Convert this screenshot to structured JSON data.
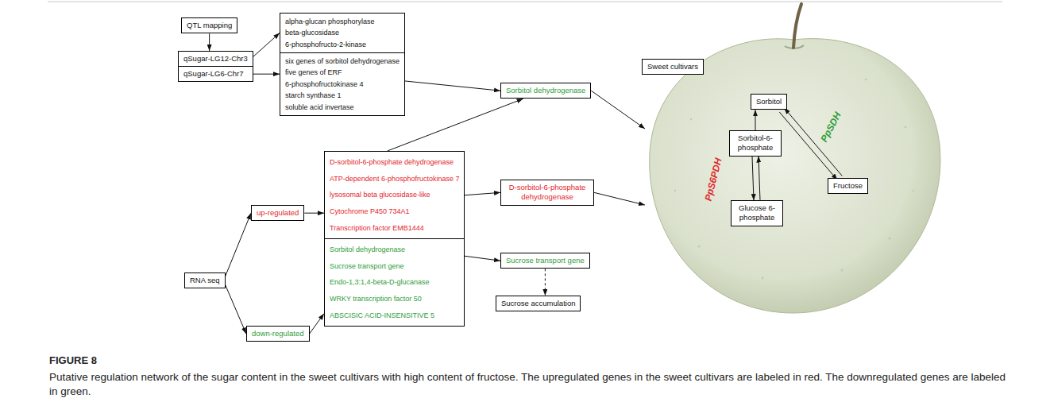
{
  "diagram": {
    "caption": "Putative regulation network of the sugar content in the sweet cultivars with high content of fructose. The upregulated genes in the sweet cultivars are labeled in red. The downregulated genes are labeled in green.",
    "nodes": [
      {
        "text": [
          "QTL mapping"
        ]
      },
      {
        "text": [
          "qSugar-LG12-Chr3"
        ]
      },
      {
        "text": [
          "qSugar-LG6-Chr7"
        ]
      },
      {
        "text": [
          "alpha-glucan phosphorylase",
          "beta-glucosidase",
          "6-phosphofructo-2-kinase"
        ]
      },
      {
        "text": [
          "six genes of sorbitol dehydrogenase",
          "five genes of ERF",
          "6-phosphofructokinase 4",
          "starch synthase 1",
          "soluble acid invertase"
        ]
      },
      {
        "text": [
          "Sorbitol dehydrogenase"
        ]
      },
      {
        "text": [
          "Sweet cultivars"
        ]
      },
      {
        "text": [
          "RNA seq"
        ]
      },
      {
        "text": [
          "up-regulated"
        ]
      },
      {
        "text": [
          "D-sorbitol-6-phosphate dehydrogenase",
          "ATP-dependent 6-phosphofructokinase 7",
          "lysosomal beta glucosidase-like",
          "Cytochrome P450 734A1",
          "Transcription factor EMB1444"
        ]
      },
      {
        "text": [
          "D-sorbitol-6-phosphate dehydrogenase"
        ]
      },
      {
        "text": [
          "down-regulated"
        ]
      },
      {
        "text": [
          "Sorbitol dehydrogenase",
          "Sucrose transport gene",
          "Endo-1,3:1,4-beta-D-glucanase",
          "WRKY transcription factor 50",
          "ABSCISIC ACID-INSENSITIVE 5"
        ]
      },
      {
        "text": [
          "Sucrose transport gene"
        ]
      },
      {
        "text": [
          "Sucrose accumulation"
        ]
      },
      {
        "text": [
          "Sorbitol"
        ]
      },
      {
        "text": [
          "Sorbitol-6-phosphate"
        ]
      },
      {
        "text": [
          "Fructose"
        ]
      },
      {
        "text": [
          "Glucose 6-phosphate"
        ]
      }
    ],
    "edges": [
      {
        "from": 0,
        "to": 1,
        "arrow": "to"
      },
      {
        "from": 1,
        "to": 3,
        "arrow": "to"
      },
      {
        "from": 2,
        "to": 4,
        "arrow": "to"
      },
      {
        "from": 4,
        "to": 5,
        "arrow": "to"
      },
      {
        "from": 7,
        "to": 8,
        "arrow": "to"
      },
      {
        "from": 7,
        "to": 11,
        "arrow": "to"
      },
      {
        "from": 8,
        "to": 9,
        "arrow": "to"
      },
      {
        "from": 11,
        "to": 12,
        "arrow": "to"
      },
      {
        "from": 9,
        "to": 5,
        "arrow": "to"
      },
      {
        "from": 9,
        "to": 10,
        "arrow": "to"
      },
      {
        "from": 12,
        "to": 13,
        "arrow": "to"
      },
      {
        "from": 13,
        "to": 14,
        "arrow": "to"
      },
      {
        "from": 16,
        "to": 15,
        "arrow": "to"
      },
      {
        "from": 15,
        "to": 17,
        "arrow": "to"
      },
      {
        "from": 17,
        "to": 15,
        "arrow": "to"
      },
      {
        "from": 16,
        "to": 18,
        "arrow": "to"
      },
      {
        "from": 18,
        "to": 16,
        "arrow": "to"
      }
    ],
    "labels": [
      "PpSDH",
      "PpS6PDH",
      "FIGURE 8"
    ]
  }
}
